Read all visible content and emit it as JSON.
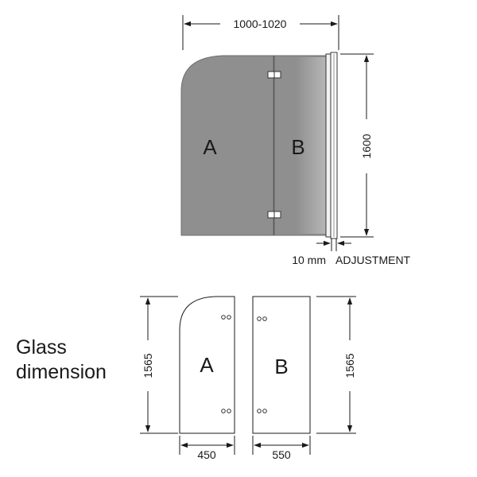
{
  "assembly": {
    "width_label": "1000-1020",
    "height_label": "1600",
    "adjustment_value": "10 mm",
    "adjustment_label": "ADJUSTMENT",
    "panel_a_letter": "A",
    "panel_b_letter": "B"
  },
  "glass": {
    "title_line1": "Glass",
    "title_line2": "dimension",
    "panel_a": {
      "letter": "A",
      "height_label": "1565",
      "width_label": "450"
    },
    "panel_b": {
      "letter": "B",
      "height_label": "1565",
      "width_label": "550"
    }
  },
  "colors": {
    "glass_fill": "#8f8f8f",
    "line": "#1a1a1a",
    "background": "#ffffff"
  }
}
